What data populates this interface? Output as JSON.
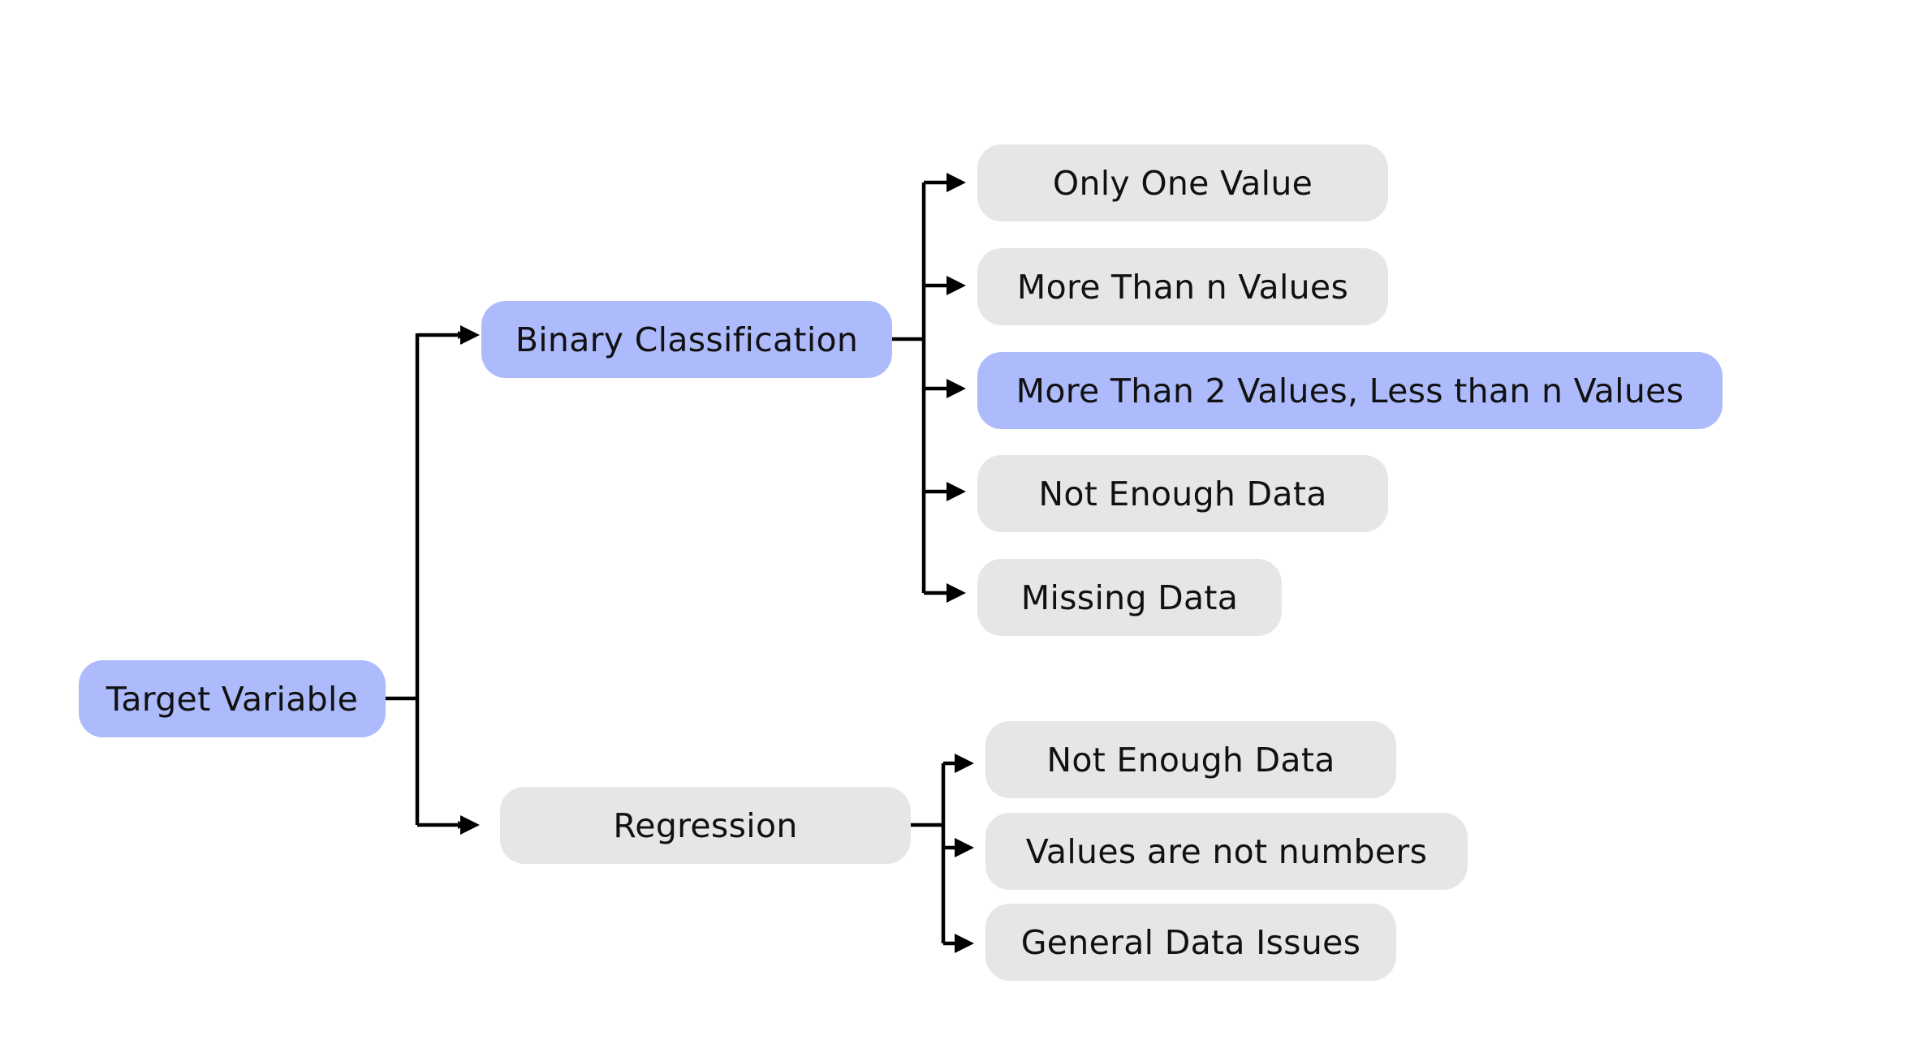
{
  "diagram": {
    "root": "Target Variable",
    "branches": [
      {
        "label": "Binary Classification",
        "children": [
          "Only One Value",
          "More Than n Values",
          "More Than 2 Values, Less than n Values",
          "Not Enough Data",
          "Missing Data"
        ]
      },
      {
        "label": "Regression",
        "children": [
          "Not Enough Data",
          "Values are not numbers",
          "General Data Issues"
        ]
      }
    ],
    "colors": {
      "highlight": "#adbafc",
      "default": "#e6e6e6",
      "connector": "#000000",
      "text": "#111111"
    }
  }
}
